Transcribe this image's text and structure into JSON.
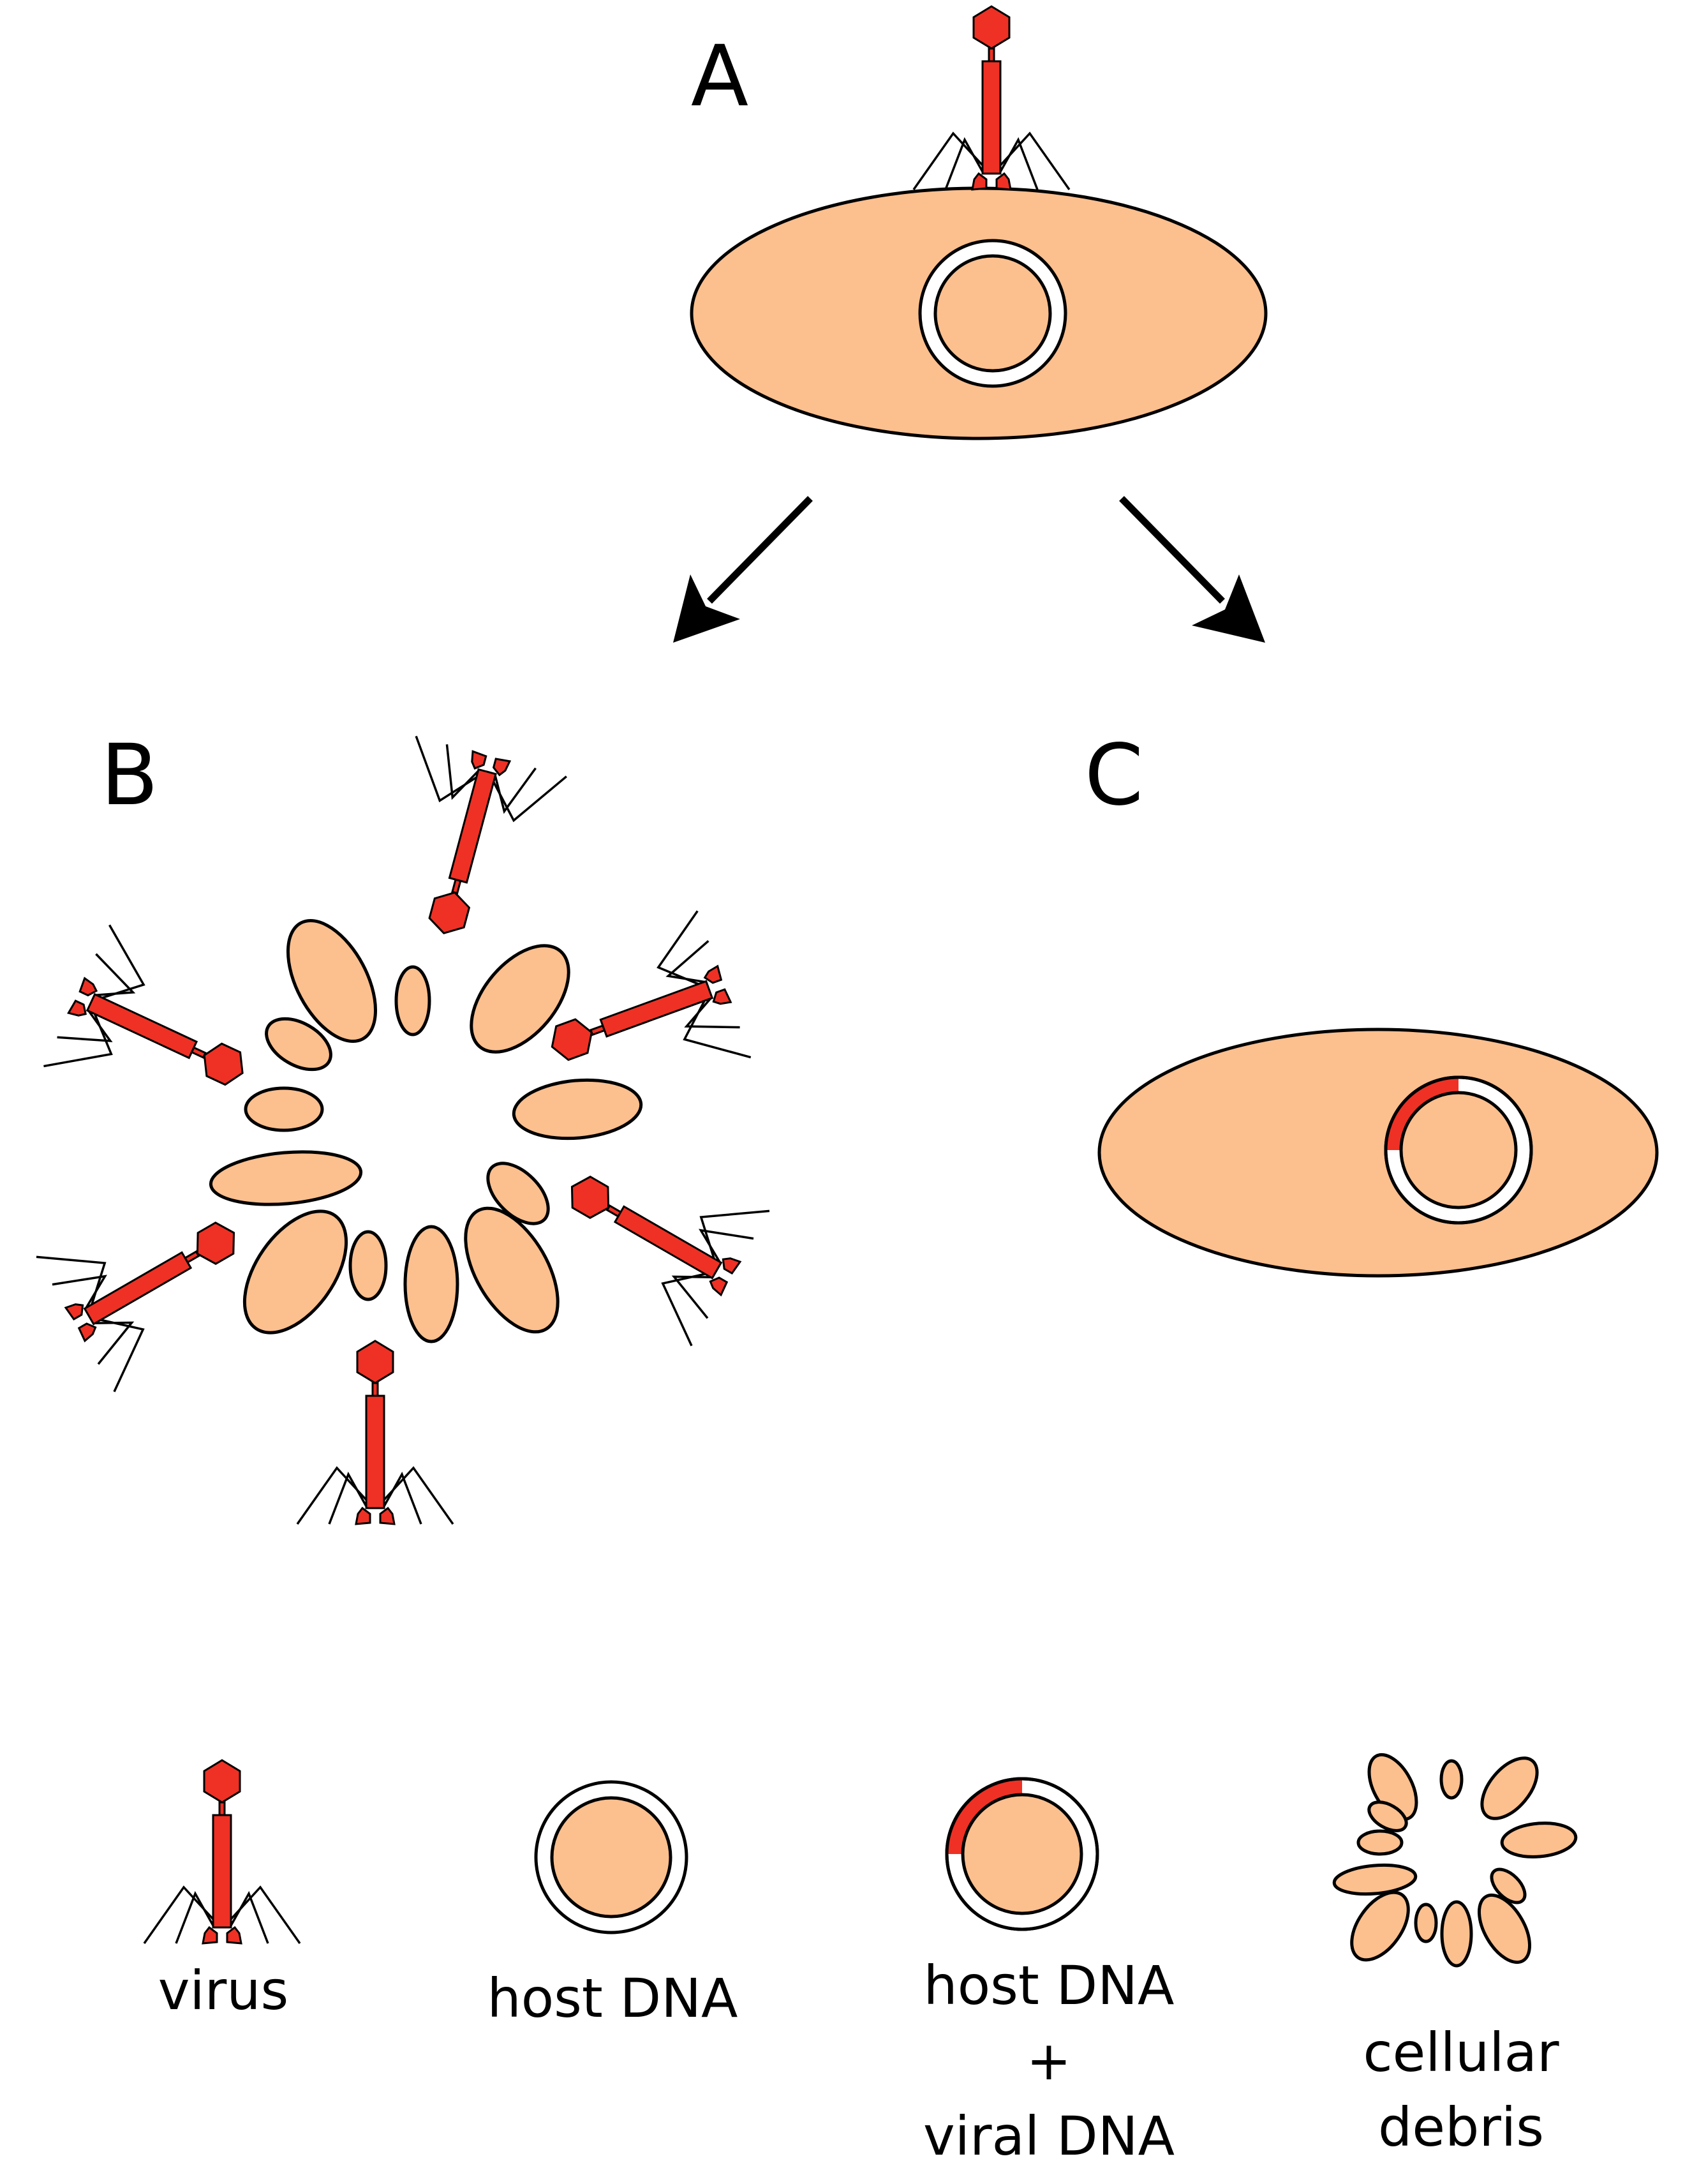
{
  "colors": {
    "cell_fill": "#fcbf8e",
    "virus_red": "#ee3124",
    "outline": "#000000",
    "background": "#ffffff"
  },
  "panels": {
    "a": "A",
    "b": "B",
    "c": "C"
  },
  "legend": {
    "virus": "virus",
    "host_dna": "host DNA",
    "host_viral_line1": "host DNA",
    "host_viral_line2": "+",
    "host_viral_line3": "viral DNA",
    "debris_line1": "cellular",
    "debris_line2": "debris"
  }
}
